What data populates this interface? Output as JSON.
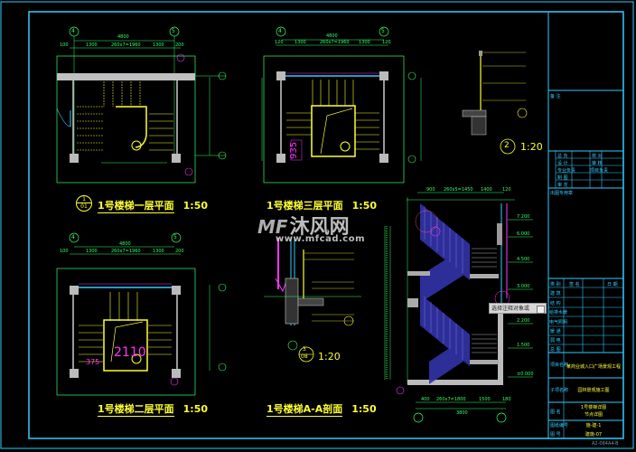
{
  "drawing": {
    "background": "#000000",
    "frame_color": "#33ccff",
    "line_colors": {
      "dimension": "#33ff66",
      "stair": "#ffff33",
      "wall": "#c0c0c0",
      "annotation": "#ff33ff",
      "rail": "#6666ff",
      "window": "#33ccff"
    }
  },
  "views": [
    {
      "id": "plan-1f",
      "title": "1号楼梯一层平面",
      "scale": "1:50",
      "marker_top": "1",
      "marker_bottom": "01",
      "axes": [
        "4",
        "5"
      ],
      "overall_dim": "4800",
      "segment_dims": [
        "100",
        "1300",
        "260x7=1960",
        "1300",
        "200"
      ]
    },
    {
      "id": "plan-3f",
      "title": "1号楼梯三层平面",
      "scale": "1:50",
      "axes": [
        "4",
        "5"
      ],
      "overall_dim": "4800",
      "segment_dims": [
        "120",
        "1300",
        "260x7=1960",
        "1300",
        "120"
      ],
      "tag": "935"
    },
    {
      "id": "plan-2f",
      "title": "1号楼梯二层平面",
      "scale": "1:50",
      "axes": [
        "4",
        "5"
      ],
      "overall_dim": "4800",
      "segment_dims": [
        "100",
        "1300",
        "260x7=1960",
        "1300",
        "200"
      ],
      "tag": "2110",
      "tag2": "375"
    },
    {
      "id": "section-aa",
      "title": "1号楼梯A-A剖面",
      "scale": "1:50",
      "top_dims": [
        "900",
        "260x5=1450",
        "1400",
        "120"
      ],
      "bottom_dims": [
        "400",
        "260x7=1800",
        "1500",
        "180"
      ],
      "bottom_total": "3800",
      "elevations": [
        "7.200",
        "6.000",
        "4.500",
        "3.000",
        "2.200",
        "1.500",
        "±0.000"
      ]
    },
    {
      "id": "detail-3",
      "title": "",
      "scale": "1:20",
      "marker_top": "3",
      "marker_bottom": "08"
    },
    {
      "id": "detail-2",
      "title": "",
      "scale": "1:20",
      "marker": "2"
    }
  ],
  "tooltip": {
    "text": "选择注释对象或"
  },
  "watermark": {
    "logo": "MF",
    "name": "沐风网",
    "url": "www.mfcad.com"
  },
  "title_block": {
    "remarks_label": "备 注",
    "sign_rows": [
      {
        "left": "总 负",
        "right": "校 对"
      },
      {
        "left": "设 计",
        "right": "审 核"
      },
      {
        "left": "专业负责",
        "right": "项目负责"
      },
      {
        "left": "制 图",
        "right": ""
      },
      {
        "left": "审 定",
        "right": ""
      }
    ],
    "stamp_label": "出图专用章",
    "table_header": [
      "类 别",
      "签 名",
      "日 期"
    ],
    "table_rows": [
      "建 筑",
      "结 构",
      "给排水暖",
      "电气照明",
      "暖 通",
      "弱 电",
      "总 图"
    ],
    "project_label": "项目名称",
    "project_name": "某商业城入口广场景观工程",
    "client_label": "子项名称",
    "client_name": "园林景观施工图",
    "drawing_label": "图 名",
    "drawing_name_1": "1号楼梯详图",
    "drawing_name_2": "节点详图",
    "no_label": "图纸编号",
    "no_value": "施-建-1",
    "date_label": "图 号",
    "date_value": "建施-07",
    "sheet_code": "A2-084A4-B"
  }
}
